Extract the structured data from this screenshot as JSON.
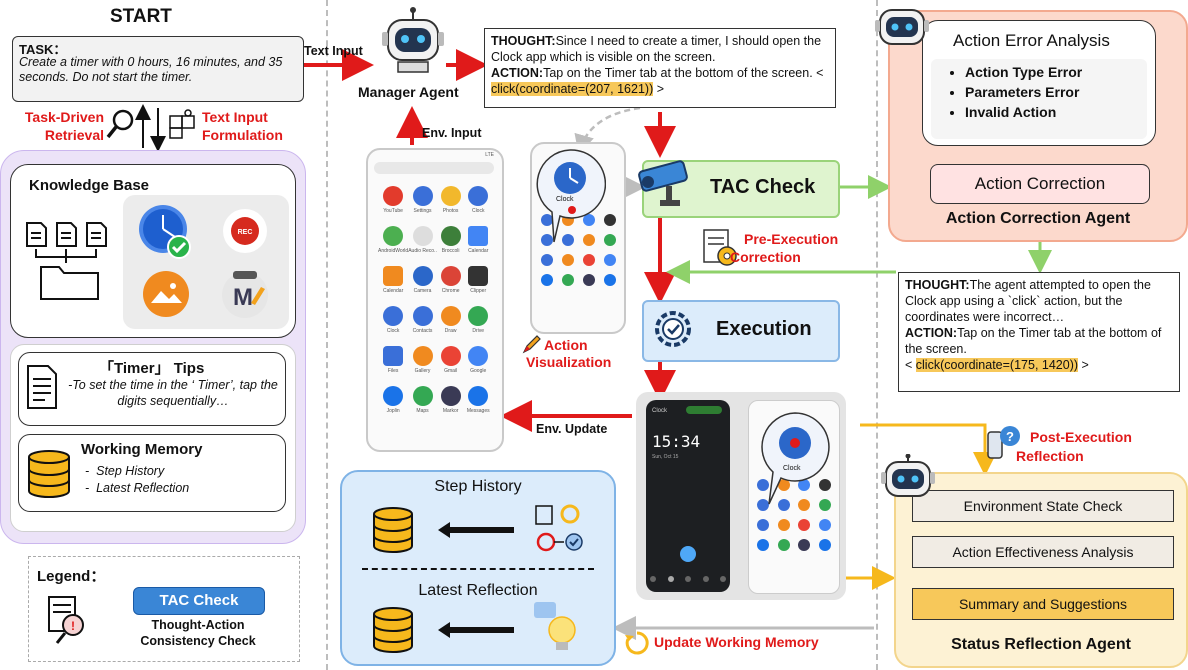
{
  "start": {
    "title": "START"
  },
  "task": {
    "label": "TASK：",
    "text": "Create a timer with 0 hours, 16 minutes, and 35 seconds. Do not start the timer."
  },
  "retrieval": {
    "line1": "Task-Driven",
    "line2": "Retrieval"
  },
  "formulation": {
    "line1": "Text Input",
    "line2": "Formulation"
  },
  "knowledge_base": {
    "title": "Knowledge Base"
  },
  "tips": {
    "title": "「Timer」 Tips",
    "text": "-To set the time in the ‘ Timer’, tap the digits sequentially…"
  },
  "working_memory": {
    "title": "Working Memory",
    "items": [
      "Step History",
      "Latest Reflection"
    ]
  },
  "legend": {
    "title": "Legend：",
    "badge": "TAC Check",
    "desc1": "Thought-Action",
    "desc2": "Consistency Check"
  },
  "manager": {
    "label": "Manager Agent",
    "text_input": "Text Input",
    "env_input": "Env. Input",
    "env_update": "Env. Update"
  },
  "thought1": {
    "thought_label": "THOUGHT:",
    "thought": "Since I need to create a timer, I should open the Clock app which is visible on the screen.",
    "action_label": "ACTION:",
    "action": "Tap on the Timer tab at the bottom of the screen. < ",
    "code": "click(coordinate=(207, 1621))",
    "end": " >"
  },
  "tac": {
    "label": "TAC Check"
  },
  "action_vis": {
    "line1": "Action",
    "line2": "Visualization"
  },
  "pre_exec": {
    "line1": "Pre-Execution",
    "line2": "Correction"
  },
  "execution": {
    "label": "Execution"
  },
  "error_analysis": {
    "title": "Action Error Analysis",
    "items": [
      "Action Type Error",
      "Parameters Error",
      "Invalid Action"
    ]
  },
  "correction": {
    "label": "Action Correction",
    "agent": "Action Correction Agent"
  },
  "thought2": {
    "thought_label": "THOUGHT:",
    "thought": "The agent attempted to open the Clock app using a `click` action, but the coordinates were incorrect…",
    "action_label": "ACTION:",
    "action": "Tap on the Timer tab at the bottom of the screen.",
    "code_prefix": "< ",
    "code": "click(coordinate=(175, 1420))",
    "end": " >"
  },
  "step_box": {
    "step_history": "Step History",
    "latest_reflection": "Latest Reflection"
  },
  "update_wm": {
    "label": "Update Working Memory"
  },
  "post_exec": {
    "line1": "Post-Execution",
    "line2": "Reflection"
  },
  "status": {
    "items": [
      "Environment State Check",
      "Action Effectiveness Analysis",
      "Summary and Suggestions"
    ],
    "agent": "Status Reflection Agent"
  },
  "phone_home": {
    "apps": [
      "YouTube",
      "Settings",
      "Photos",
      "Clock",
      "AndroidWorld",
      "Audio Reco..",
      "Broccoli",
      "Calendar",
      "Calendar",
      "Camera",
      "Chrome",
      "Clipper",
      "Clock",
      "Contacts",
      "Draw",
      "Drive",
      "Files",
      "Gallery",
      "Gmail",
      "Google",
      "Joplin",
      "Maps",
      "Markor",
      "Messages"
    ],
    "status": "LTE"
  },
  "phone_zoom": {
    "clock_label": "Clock"
  },
  "phone_timer": {
    "header": "Clock",
    "time": "15:34",
    "date": "Sun, Oct 15"
  },
  "phone_zoom2": {
    "clock_label": "Clock"
  },
  "colors": {
    "red": "#e01a1a",
    "purple_bg": "#ece3f8",
    "green": "#8fd16a",
    "blue_bg": "#dcecfb",
    "orange_bg": "#fcd9cc",
    "yellow_bg": "#fdf2d4"
  }
}
